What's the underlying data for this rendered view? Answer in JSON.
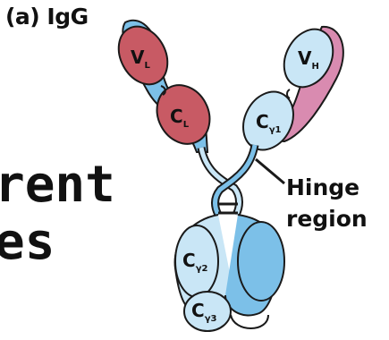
{
  "panel_title": "(a) IgG",
  "hinge_label": {
    "line1": "Hinge",
    "line2": "region"
  },
  "left_text": {
    "line1": "rent",
    "line2": "es"
  },
  "domains": {
    "vl": {
      "letter": "V",
      "sub": "L"
    },
    "cl": {
      "letter": "C",
      "sub": "L"
    },
    "vh": {
      "letter": "V",
      "sub": "H"
    },
    "ch1": {
      "letter": "C",
      "sub": "γ1"
    },
    "ch2": {
      "letter": "C",
      "sub": "γ2"
    },
    "ch3": {
      "letter": "C",
      "sub": "γ3"
    }
  },
  "colors": {
    "light_chain": "#c85a64",
    "heavy_chain_light": "#c9e6f6",
    "heavy_chain_dark": "#7cc0e8",
    "vh_pink": "#d98bb0",
    "outline": "#1a1a1a"
  }
}
